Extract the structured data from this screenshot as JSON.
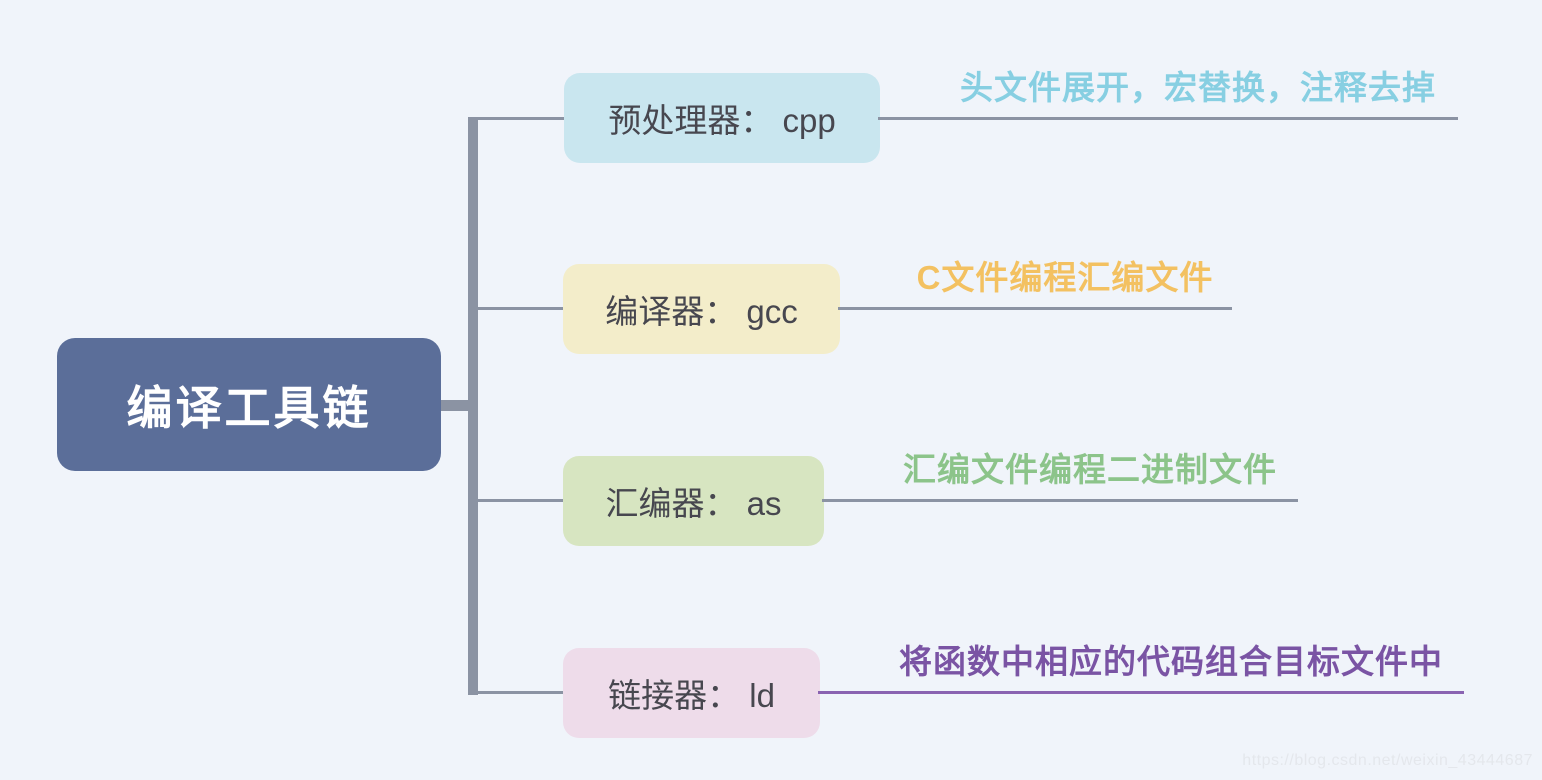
{
  "canvas": {
    "background": "#f0f4fa",
    "connector_color": "#8b93a3"
  },
  "root": {
    "label": "编译工具链",
    "fill": "#5b6e99",
    "text_color": "#ffffff"
  },
  "branches": [
    {
      "node_label": "预处理器： cpp",
      "node_fill": "#c9e6ef",
      "annotation": "头文件展开，宏替换，注释去掉",
      "annotation_color": "#87cfe2",
      "underline_color": "#8b93a3"
    },
    {
      "node_label": "编译器： gcc",
      "node_fill": "#f3edca",
      "annotation": "C文件编程汇编文件",
      "annotation_color": "#f3c161",
      "underline_color": "#8b93a3"
    },
    {
      "node_label": "汇编器： as",
      "node_fill": "#d7e5c1",
      "annotation": "汇编文件编程二进制文件",
      "annotation_color": "#8cc48a",
      "underline_color": "#8b93a3"
    },
    {
      "node_label": "链接器： ld",
      "node_fill": "#eedcea",
      "annotation": "将函数中相应的代码组合目标文件中",
      "annotation_color": "#7a54a4",
      "underline_color": "#8a63b1"
    }
  ],
  "watermark": {
    "text": "https://blog.csdn.net/weixin_43444687",
    "color": "#e4e7ec"
  }
}
